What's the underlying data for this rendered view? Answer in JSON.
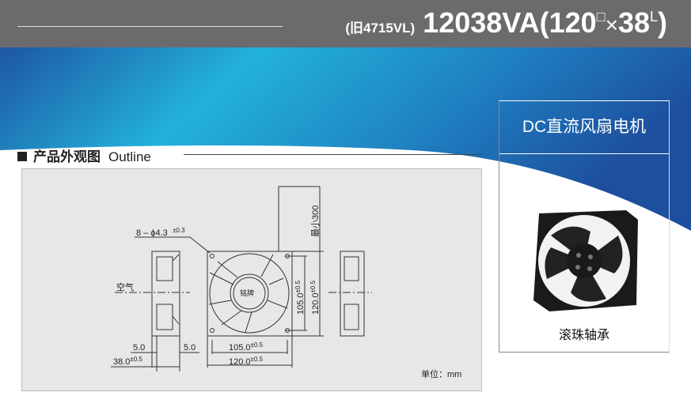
{
  "header": {
    "old_model": "(旧4715VL)",
    "model": "12038VA(120",
    "square_mark": "□",
    "times": "×",
    "length": "38",
    "length_mark": "L",
    "close": ")"
  },
  "section": {
    "title_cn": "产品外观图",
    "title_en": "Outline"
  },
  "drawing": {
    "hole_spec": "8 – ϕ4.3",
    "hole_tol": "±0.3",
    "air_label": "空气",
    "lead_length": "最小300",
    "label_plate": "铭牌",
    "dim_105": "105.0",
    "dim_120": "120.0",
    "tol": "±0.5",
    "dim_5a": "5.0",
    "dim_5b": "5.0",
    "dim_38": "38.0",
    "unit": "单位：mm"
  },
  "card": {
    "title": "DC直流风扇电机",
    "caption": "滚珠轴承"
  },
  "colors": {
    "topbar": "#6b6b6d",
    "blue_light": "#22b0d8",
    "blue_dark": "#1f5aa6",
    "panel": "#e6e7e8"
  }
}
